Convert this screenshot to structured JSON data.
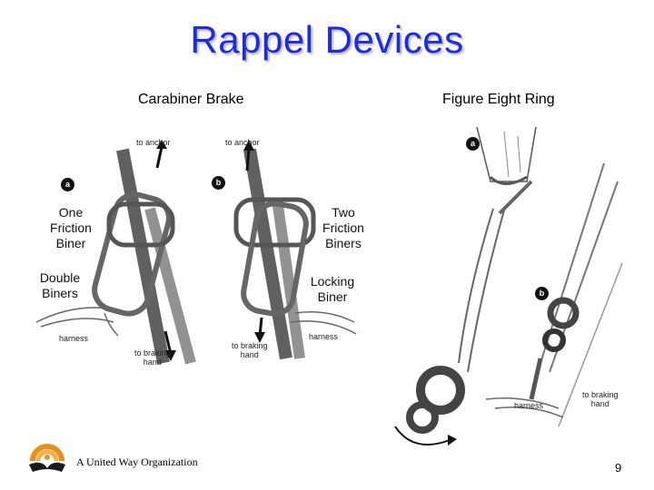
{
  "slide": {
    "title": "Rappel Devices",
    "left_heading": "Carabiner Brake",
    "right_heading": "Figure Eight Ring",
    "labels": {
      "one_friction_biner": "One\nFriction\nBiner",
      "double_biners": "Double\nBiners",
      "two_friction_biners": "Two\nFriction\nBiners",
      "locking_biner": "Locking\nBiner"
    },
    "diagram_text": {
      "to_anchor": "to anchor",
      "harness": "harness",
      "to_braking_hand": "to braking\nhand",
      "marker_a": "a",
      "marker_b": "b"
    },
    "footer_org": "A United Way Organization",
    "page_number": "9"
  },
  "colors": {
    "title": "#1e2be0",
    "logo_orange": "#e8901e",
    "logo_dark": "#1a1a1a"
  }
}
